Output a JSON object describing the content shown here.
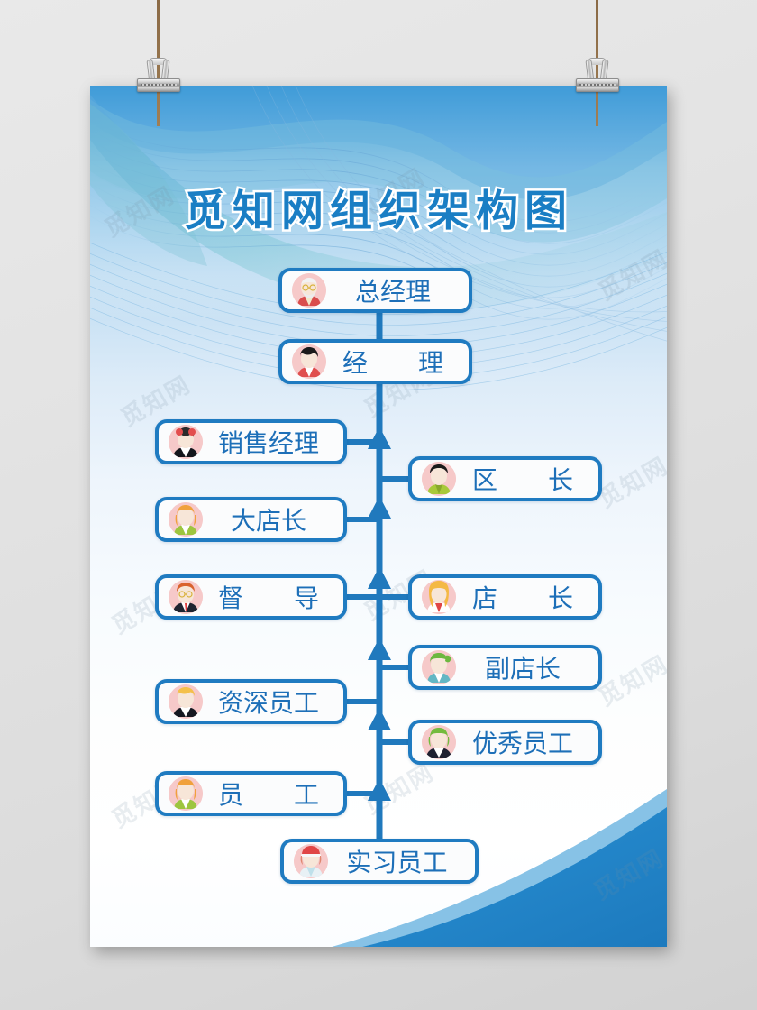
{
  "poster": {
    "title": "觅知网组织架构图",
    "watermark_text": "觅知网",
    "colors": {
      "title_text": "#1a7ec4",
      "title_outline": "#ffffff",
      "node_border": "#1f7bc1",
      "node_fill": "#fbfcfd",
      "node_text": "#1d6fb8",
      "connector": "#2079bd",
      "poster_top_blue": "#2f93d4",
      "bottom_wave_blue": "#2389cf",
      "bottom_wave_light": "#87c2e6",
      "avatar_circle": "#f6c9c9",
      "wall": "#e3e3e3",
      "string": "#8a6a46"
    }
  },
  "hardware": {
    "clip_left_label": "binder-clip-left",
    "clip_right_label": "binder-clip-right"
  },
  "chart_data": {
    "type": "diagram",
    "title": "觅知网组织架构图",
    "orientation": "vertical-spine-with-side-branches",
    "nodes": [
      {
        "id": "n1",
        "label": "总经理",
        "side": "center",
        "avatar": "elder-man-glasses-beard-avatar"
      },
      {
        "id": "n2",
        "label": "经　　理",
        "side": "center",
        "avatar": "black-hair-man-avatar"
      },
      {
        "id": "n3",
        "label": "销售经理",
        "side": "left",
        "avatar": "woman-red-bow-suit-avatar"
      },
      {
        "id": "n4",
        "label": "区　　长",
        "side": "right",
        "avatar": "man-dark-hair-green-shirt-avatar"
      },
      {
        "id": "n5",
        "label": "大店长",
        "side": "left",
        "avatar": "woman-orange-hair-green-vest-avatar"
      },
      {
        "id": "n6",
        "label": "督　　导",
        "side": "left",
        "avatar": "man-glasses-red-tie-avatar"
      },
      {
        "id": "n7",
        "label": "店　　长",
        "side": "right",
        "avatar": "woman-blonde-long-hair-avatar"
      },
      {
        "id": "n8",
        "label": "副店长",
        "side": "right",
        "avatar": "woman-green-hair-teal-top-avatar"
      },
      {
        "id": "n9",
        "label": "资深员工",
        "side": "left",
        "avatar": "man-blonde-dark-suit-avatar"
      },
      {
        "id": "n10",
        "label": "优秀员工",
        "side": "right",
        "avatar": "person-green-hair-dark-suit-avatar"
      },
      {
        "id": "n11",
        "label": "员　　工",
        "side": "left",
        "avatar": "woman-orange-hair-green-top-avatar"
      },
      {
        "id": "n12",
        "label": "实习员工",
        "side": "center",
        "avatar": "intern-red-cap-avatar"
      }
    ],
    "edges": [
      {
        "from": "n2",
        "to": "n1",
        "style": "arrow-up"
      },
      {
        "from": "n3",
        "to": "spine",
        "style": "branch-left"
      },
      {
        "from": "n4",
        "to": "spine",
        "style": "branch-right"
      },
      {
        "from": "n5",
        "to": "spine",
        "style": "branch-left"
      },
      {
        "from": "n6",
        "to": "spine",
        "style": "branch-left"
      },
      {
        "from": "n7",
        "to": "spine",
        "style": "branch-right"
      },
      {
        "from": "n8",
        "to": "spine",
        "style": "branch-right"
      },
      {
        "from": "n9",
        "to": "spine",
        "style": "branch-left"
      },
      {
        "from": "n10",
        "to": "spine",
        "style": "branch-right"
      },
      {
        "from": "n11",
        "to": "spine",
        "style": "branch-left"
      },
      {
        "from": "n12",
        "to": "spine",
        "style": "arrow-up"
      }
    ]
  }
}
